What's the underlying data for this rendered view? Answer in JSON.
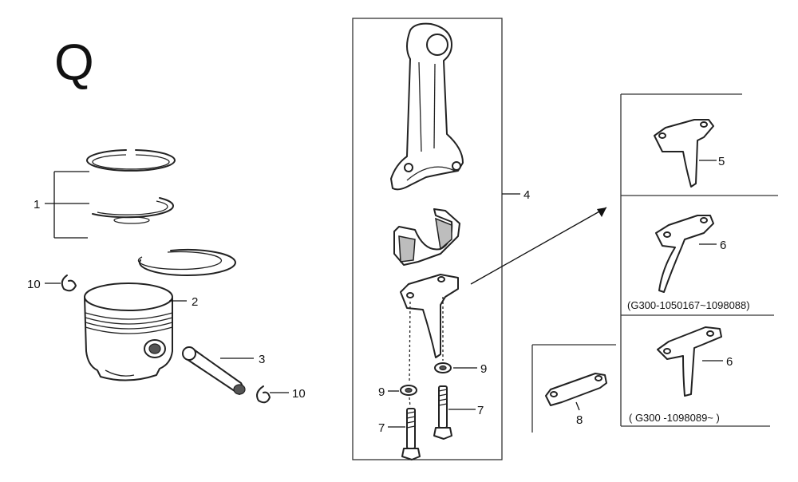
{
  "section_letter": "Q",
  "callouts": {
    "rings": "1",
    "piston": "2",
    "piston_pin": "3",
    "connecting_rod": "4",
    "governor_weight_a": "5",
    "governor_weight_b": "6",
    "governor_weight_c": "6",
    "bolt_left": "7",
    "bolt_right": "7",
    "plate": "8",
    "washer_left": "9",
    "washer_right": "9",
    "clip_left": "10",
    "clip_right": "10"
  },
  "notes": {
    "serial_range_a": "(G300-1050167~1098088)",
    "serial_range_b": "( G300 -1098089~ )"
  }
}
